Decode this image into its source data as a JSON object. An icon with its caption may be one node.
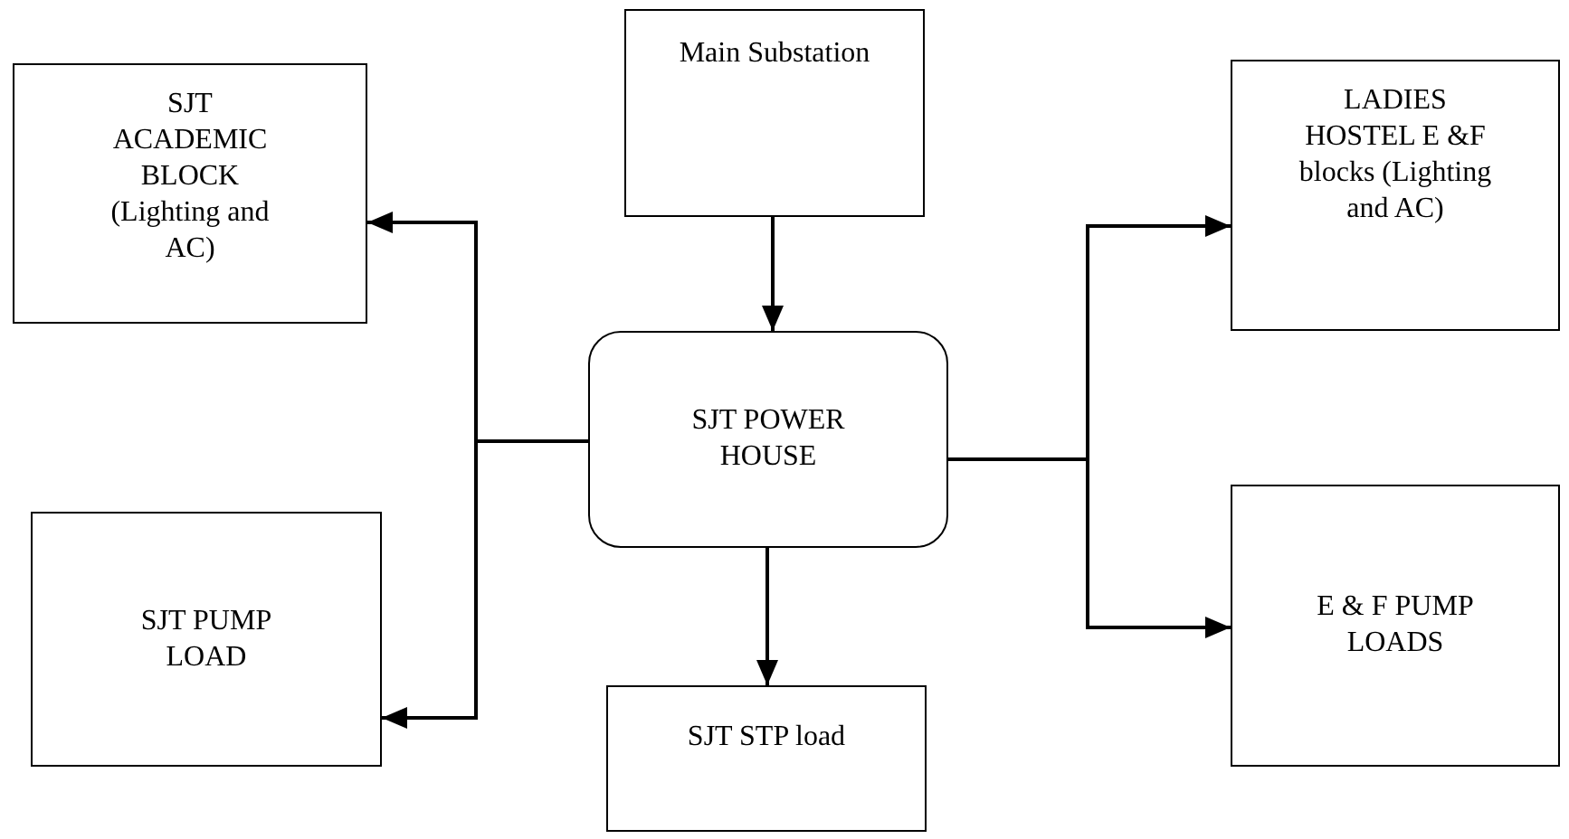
{
  "diagram": {
    "nodes": [
      {
        "text": [
          "SJT ACADEMIC BLOCK (Lighting and AC)"
        ]
      },
      {
        "text": [
          "Main Substation"
        ]
      },
      {
        "text": [
          "LADIES HOSTEL E &F blocks (Lighting and AC)"
        ]
      },
      {
        "text": [
          "SJT POWER HOUSE"
        ]
      },
      {
        "text": [
          "SJT PUMP LOAD"
        ]
      },
      {
        "text": [
          "E & F PUMP LOADS"
        ]
      },
      {
        "text": [
          "SJT STP load"
        ]
      }
    ],
    "edges": [
      {
        "from": 1,
        "to": 3,
        "arrow": "to"
      },
      {
        "from": 3,
        "to": 0,
        "arrow": "to"
      },
      {
        "from": 3,
        "to": 4,
        "arrow": "to"
      },
      {
        "from": 3,
        "to": 6,
        "arrow": "to"
      },
      {
        "from": 3,
        "to": 2,
        "arrow": "to"
      },
      {
        "from": 3,
        "to": 5,
        "arrow": "to"
      }
    ]
  }
}
